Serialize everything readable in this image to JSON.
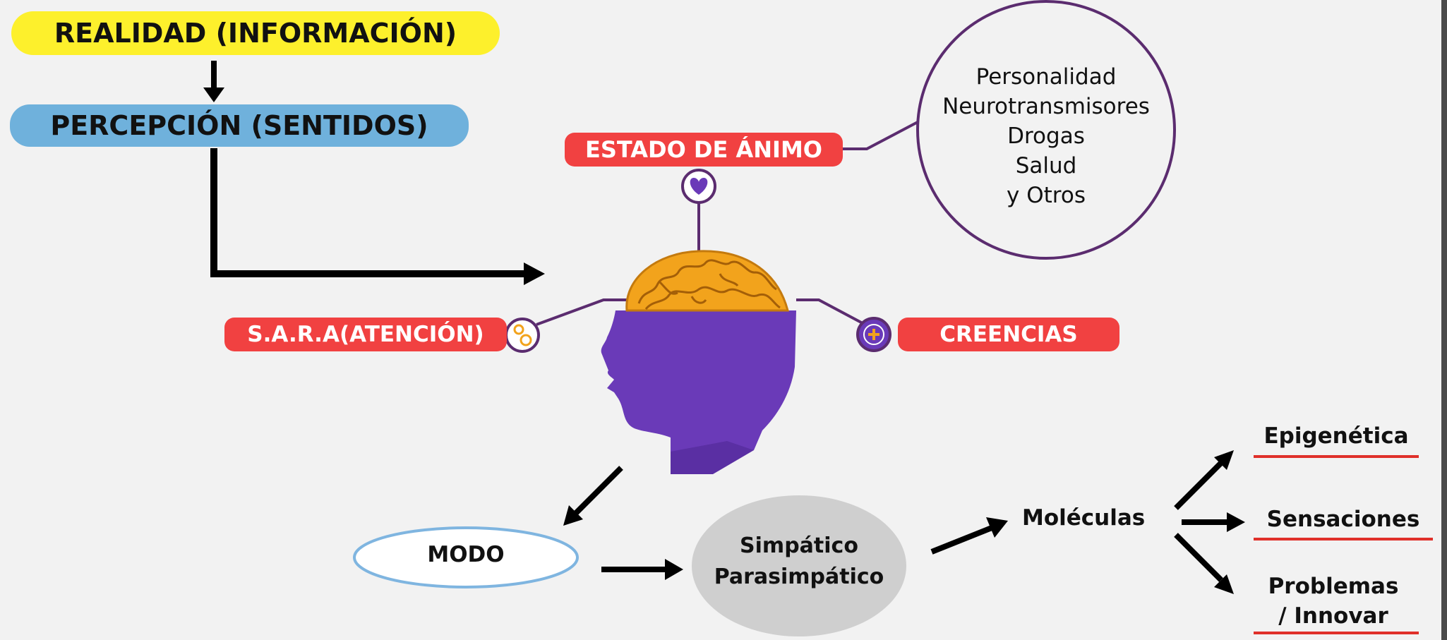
{
  "nodes": {
    "realidad": "REALIDAD (INFORMACIÓN)",
    "percepcion": "PERCEPCIÓN (SENTIDOS)",
    "estado_animo": "ESTADO DE ÁNIMO",
    "sara": "S.A.R.A(ATENCIÓN)",
    "creencias": "CREENCIAS",
    "modo": "MODO",
    "simpatico_line1": "Simpático",
    "simpatico_line2": "Parasimpático",
    "moleculas": "Moléculas",
    "epigenetica": "Epigenética",
    "sensaciones": "Sensaciones",
    "problemas_line1": "Problemas",
    "problemas_line2": "/ Innovar"
  },
  "circle_items": [
    "Personalidad",
    "Neurotransmisores",
    "Drogas",
    "Salud",
    "y Otros"
  ],
  "icons": {
    "estado_animo": "heart-icon",
    "sara": "gears-icon",
    "creencias": "plus-icon",
    "center": "head-brain-icon"
  },
  "colors": {
    "yellow": "#fdf02c",
    "blue": "#6fb1dc",
    "red": "#f14141",
    "purple": "#6a3ab8",
    "brain_orange": "#f2a31c",
    "line_purple": "#5b2c6f",
    "modo_border": "#7fb5e0",
    "gray_ellipse": "#cfcfcf",
    "underline_red": "#e0302a",
    "background": "#f2f2f2"
  }
}
